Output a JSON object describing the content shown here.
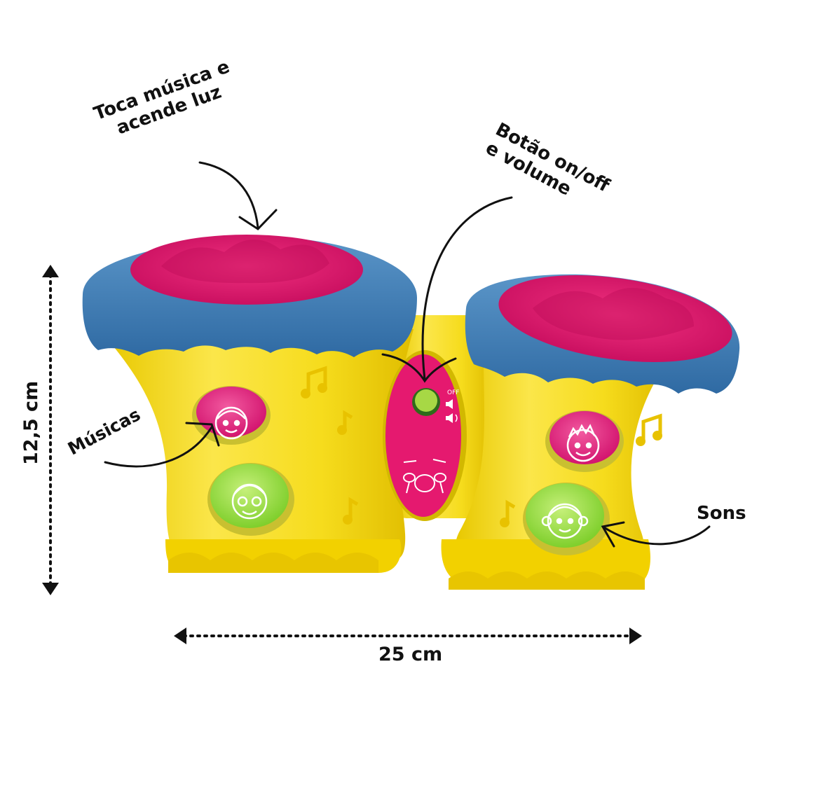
{
  "annotations": {
    "top_drum": {
      "lines": [
        "Toca música e",
        "acende luz"
      ]
    },
    "power_button": {
      "lines": [
        "Botão on/off",
        "e volume"
      ]
    },
    "songs": {
      "text": "Músicas"
    },
    "sounds": {
      "text": "Sons"
    }
  },
  "dimensions": {
    "height": "12,5 cm",
    "width": "25 cm"
  },
  "switch_labels": {
    "off": "OFF"
  },
  "colors": {
    "body": "#f7df2a",
    "rim": "#3f7fb8",
    "drumhead": "#e0176f",
    "pink_button": "#e52a82",
    "green_button": "#8fd93a",
    "power_light": "#9fd43f"
  },
  "icons": [
    "drum-kit-icon",
    "speaker-icon",
    "music-note-icon",
    "face-icon"
  ]
}
